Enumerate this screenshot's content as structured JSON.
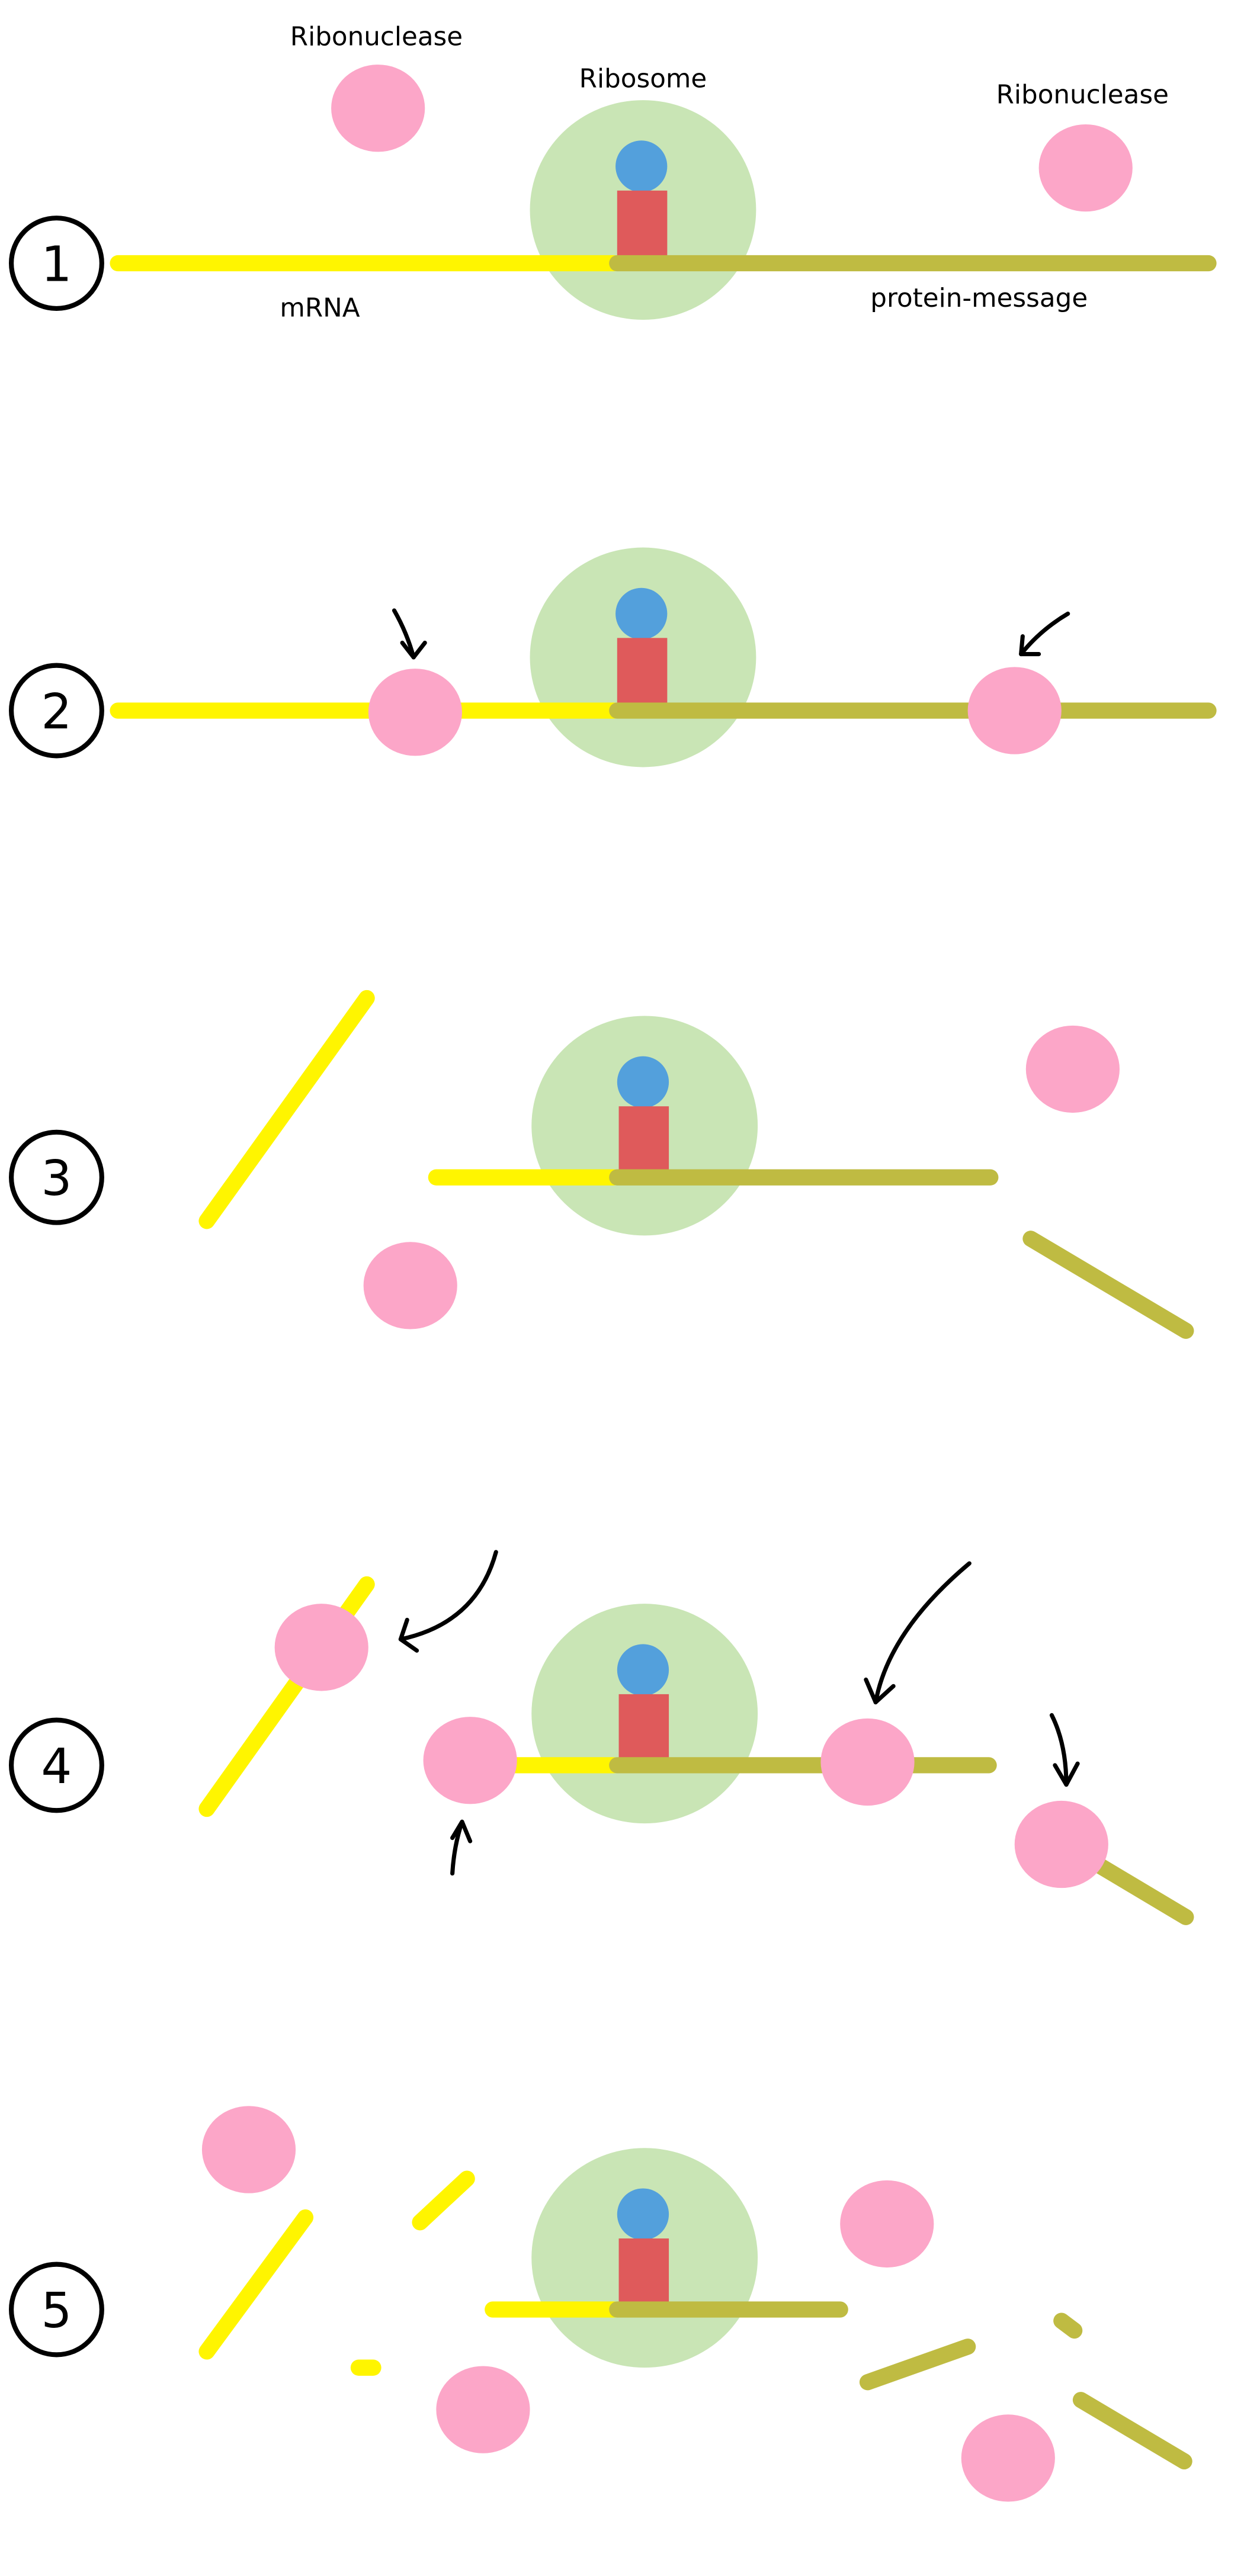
{
  "labels": {
    "ribonuclease_left": "Ribonuclease",
    "ribosome": "Ribosome",
    "ribonuclease_right": "Ribonuclease",
    "mrna": "mRNA",
    "protein_message": "protein-message"
  },
  "steps": [
    "1",
    "2",
    "3",
    "4",
    "5"
  ],
  "colors": {
    "mrna": "#fff500",
    "protein_message": "#bfbb42",
    "ribonuclease": "#fca6c8",
    "ribosome": "#c9e5b5",
    "trna": "#53a0dc",
    "amino_acid": "#df5a5b"
  }
}
